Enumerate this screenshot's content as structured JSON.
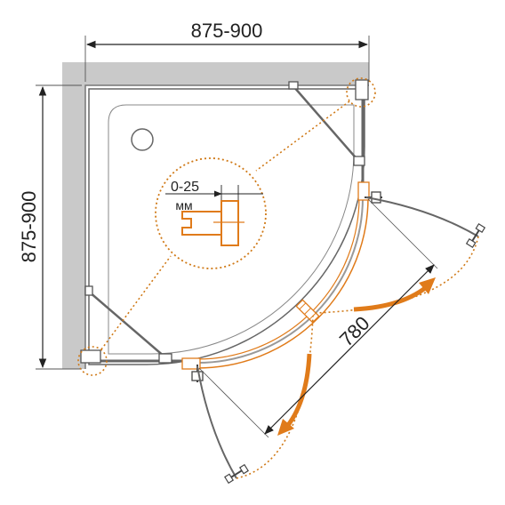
{
  "dimensions": {
    "width_label": "875-900",
    "height_label": "875-900",
    "door_opening_label": "780",
    "adjust_range_label": "0-25",
    "adjust_unit_label": "мм"
  },
  "colors": {
    "wall": "#c9c9c9",
    "line": "#555555",
    "orange": "#e07b1a",
    "dotted": "#d07a18"
  }
}
